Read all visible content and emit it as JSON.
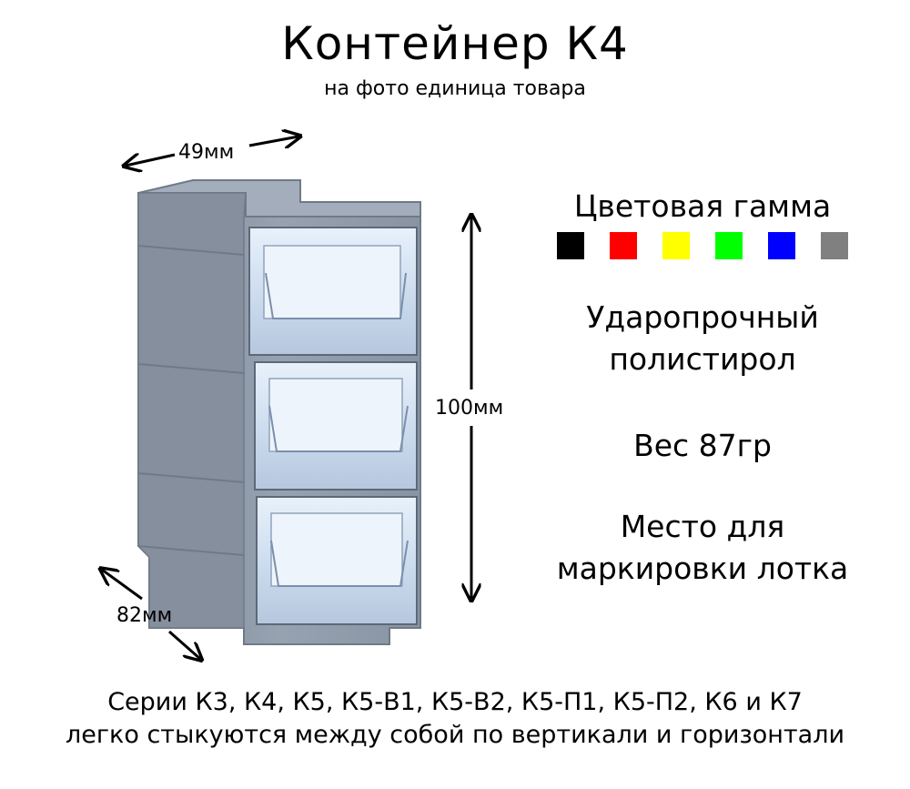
{
  "header": {
    "title": "Контейнер К4",
    "subtitle": "на фото единица товара"
  },
  "dimensions": {
    "width_label": "49мм",
    "height_label": "100мм",
    "depth_label": "82мм"
  },
  "colors": {
    "title": "Цветовая гамма",
    "swatches": [
      "#000000",
      "#ff0000",
      "#ffff00",
      "#00ff00",
      "#0000ff",
      "#808080"
    ]
  },
  "features": {
    "material_line1": "Ударопрочный",
    "material_line2": "полистирол",
    "weight": "Вес 87гр",
    "marking_line1": "Место для",
    "marking_line2": "маркировки лотка"
  },
  "footer": {
    "line1": "Серии К3, К4, К5, К5-В1, К5-В2, К5-П1, К5-П2, К6 и К7",
    "line2": "легко стыкуются между собой по вертикали и горизонтали"
  },
  "product": {
    "drawer_count": 3,
    "body_color": "#8e99a8",
    "drawer_color": "#cfe0f2"
  }
}
